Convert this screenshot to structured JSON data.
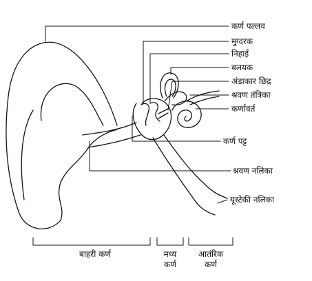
{
  "labels": {
    "pinna": "कर्ण पल्लव",
    "malleus": "मुग्दरक",
    "incus": "निहाई",
    "semicircular": "बलयक",
    "oval_window": "अंडाकार छिद्र",
    "auditory_nerve": "श्रवण तंत्रिका",
    "cochlea": "कर्णावर्त",
    "eardrum": "कर्ण पट्ट",
    "ear_canal": "श्रवण नलिका",
    "eustachian": "यूस्टेकी नलिका"
  },
  "sections": {
    "outer": "बाहरी कर्ण",
    "middle_1": "मध्य",
    "middle_2": "कर्ण",
    "inner_1": "आतंरिक",
    "inner_2": "कर्ण"
  },
  "colors": {
    "stroke": "#111111",
    "background": "#ffffff"
  }
}
